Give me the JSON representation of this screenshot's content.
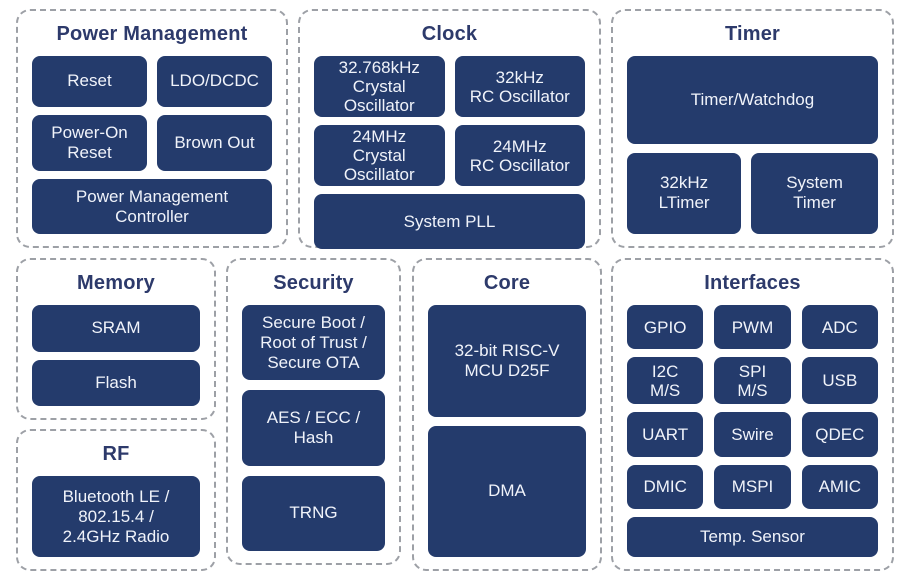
{
  "diagram": {
    "kind": "soc-block-diagram",
    "colors": {
      "background": "#ffffff",
      "block_fill": "#243b6c",
      "block_text": "#f0f3fa",
      "group_title_text": "#2d3a6b",
      "group_border": "#9da0a6"
    },
    "groups": [
      {
        "title": "Power Management",
        "blocks": [
          {
            "label": "Reset"
          },
          {
            "label": "LDO/DCDC"
          },
          {
            "label": "Power-On\nReset"
          },
          {
            "label": "Brown Out"
          },
          {
            "label": "Power Management\nController"
          }
        ]
      },
      {
        "title": "Clock",
        "blocks": [
          {
            "label": "32.768kHz\nCrystal\nOscillator"
          },
          {
            "label": "32kHz\nRC Oscillator"
          },
          {
            "label": "24MHz\nCrystal\nOscillator"
          },
          {
            "label": "24MHz\nRC Oscillator"
          },
          {
            "label": "System PLL"
          }
        ]
      },
      {
        "title": "Timer",
        "blocks": [
          {
            "label": "Timer/Watchdog"
          },
          {
            "label": "32kHz\nLTimer"
          },
          {
            "label": "System\nTimer"
          }
        ]
      },
      {
        "title": "Memory",
        "blocks": [
          {
            "label": "SRAM"
          },
          {
            "label": "Flash"
          }
        ]
      },
      {
        "title": "RF",
        "blocks": [
          {
            "label": "Bluetooth LE /\n802.15.4 /\n2.4GHz Radio"
          }
        ]
      },
      {
        "title": "Security",
        "blocks": [
          {
            "label": "Secure Boot /\nRoot of Trust /\nSecure OTA"
          },
          {
            "label": "AES / ECC /\nHash"
          },
          {
            "label": "TRNG"
          }
        ]
      },
      {
        "title": "Core",
        "blocks": [
          {
            "label": "32-bit RISC-V\nMCU D25F"
          },
          {
            "label": "DMA"
          }
        ]
      },
      {
        "title": "Interfaces",
        "blocks": [
          {
            "label": "GPIO"
          },
          {
            "label": "PWM"
          },
          {
            "label": "ADC"
          },
          {
            "label": "I2C\nM/S"
          },
          {
            "label": "SPI\nM/S"
          },
          {
            "label": "USB"
          },
          {
            "label": "UART"
          },
          {
            "label": "Swire"
          },
          {
            "label": "QDEC"
          },
          {
            "label": "DMIC"
          },
          {
            "label": "MSPI"
          },
          {
            "label": "AMIC"
          },
          {
            "label": "Temp. Sensor"
          }
        ]
      }
    ]
  }
}
